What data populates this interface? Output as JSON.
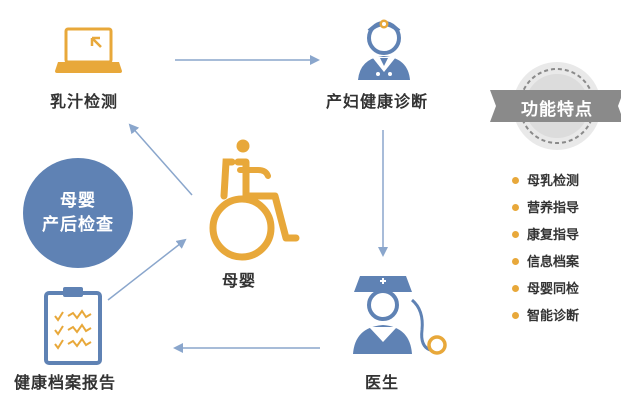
{
  "nodes": {
    "milk_test": "乳汁检测",
    "obstetric": "产妇健康诊断",
    "mother_baby": "母婴",
    "doctor": "医生",
    "report": "健康档案报告"
  },
  "circle": {
    "line1": "母婴",
    "line2": "产后检查"
  },
  "badge": "功能特点",
  "features": [
    "母乳检测",
    "营养指导",
    "康复指导",
    "信息档案",
    "母婴同检",
    "智能诊断"
  ],
  "colors": {
    "orange": "#e8a83a",
    "blue": "#5f82b4",
    "arrow": "#8aa6cc",
    "badge_gray": "#8a8a8a"
  }
}
